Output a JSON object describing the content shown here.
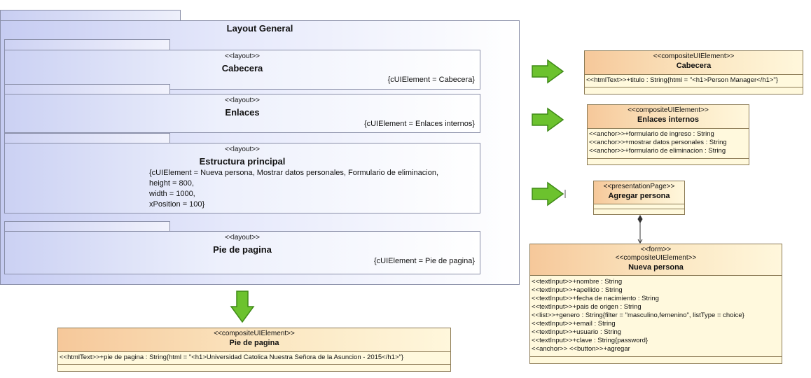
{
  "layout_general": {
    "title": "Layout General",
    "sections": [
      {
        "stereotype": "<<layout>>",
        "name": "Cabecera",
        "tags": [
          "{cUIElement = Cabecera}"
        ]
      },
      {
        "stereotype": "<<layout>>",
        "name": "Enlaces",
        "tags": [
          "{cUIElement = Enlaces internos}"
        ]
      },
      {
        "stereotype": "<<layout>>",
        "name": "Estructura principal",
        "tags": [
          "{cUIElement = Nueva persona, Mostrar datos personales, Formulario de eliminacion,",
          "height = 800,",
          "width = 1000,",
          "xPosition = 100}"
        ]
      },
      {
        "stereotype": "<<layout>>",
        "name": "Pie de pagina",
        "tags": [
          "{cUIElement = Pie de pagina}"
        ]
      }
    ]
  },
  "elements": {
    "cabecera": {
      "stereotypes": [
        "<<compositeUIElement>>"
      ],
      "name": "Cabecera",
      "attributes": [
        "<<htmlText>>+titulo : String{html = \"<h1>Person Manager</h1>\"}"
      ]
    },
    "enlaces": {
      "stereotypes": [
        "<<compositeUIElement>>"
      ],
      "name": "Enlaces internos",
      "attributes": [
        "<<anchor>>+formulario de ingreso : String",
        "<<anchor>>+mostrar datos personales : String",
        "<<anchor>>+formulario de eliminacion : String"
      ]
    },
    "agregar": {
      "stereotypes": [
        "<<presentationPage>>"
      ],
      "name": "Agregar persona",
      "attributes": []
    },
    "nueva": {
      "stereotypes": [
        "<<form>>",
        "<<compositeUIElement>>"
      ],
      "name": "Nueva persona",
      "attributes": [
        "<<textInput>>+nombre : String",
        "<<textInput>>+apellido : String",
        "<<textInput>>+fecha de nacimiento : String",
        "<<textInput>>+pais de origen : String",
        "<<list>>+genero : String{filter = \"masculino,femenino\", listType = choice}",
        "<<textInput>>+email : String",
        "<<textInput>>+usuario : String",
        "<<textInput>>+clave : String{password}",
        "<<anchor>> <<button>>+agregar"
      ]
    },
    "pie": {
      "stereotypes": [
        "<<compositeUIElement>>"
      ],
      "name": "Pie de pagina",
      "attributes": [
        "<<htmlText>>+pie de pagina : String{html = \"<h1>Universidad Catolica Nuestra Señora de la Asuncion - 2015</h1>\"}"
      ]
    }
  },
  "colors": {
    "arrow_fill": "#6cc22e",
    "arrow_stroke": "#3f8a17",
    "class_header": "#f6c89a",
    "package": "#c6ccf2"
  }
}
